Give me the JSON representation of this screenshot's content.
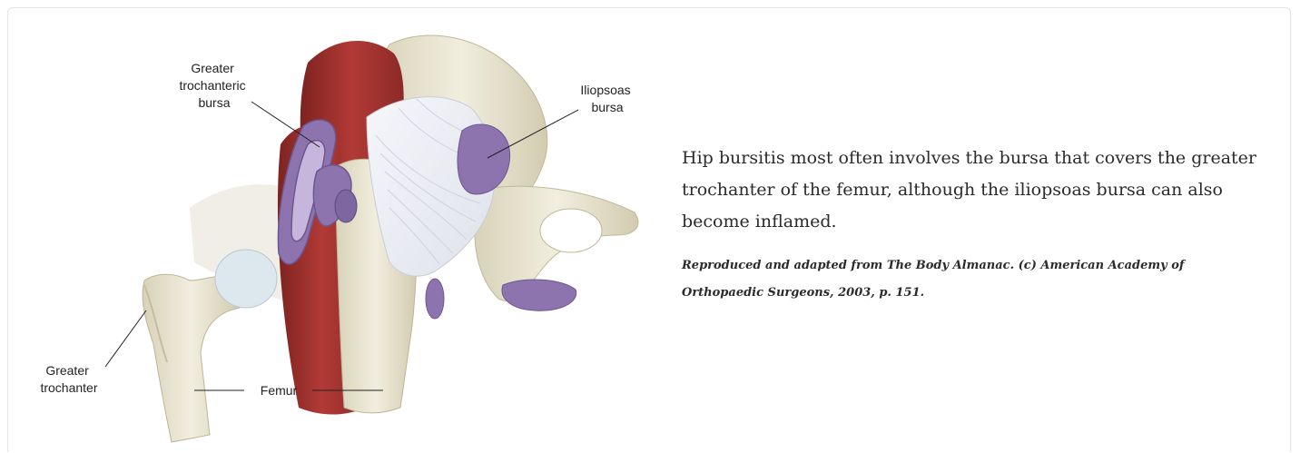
{
  "figure": {
    "labels": {
      "greater_trochanteric_bursa": [
        "Greater",
        "trochanteric",
        "bursa"
      ],
      "iliopsoas_bursa": [
        "Iliopsoas",
        "bursa"
      ],
      "greater_trochanter": [
        "Greater",
        "trochanter"
      ],
      "femur": "Femur"
    },
    "colors": {
      "bone": "#ece8d4",
      "bone_shadow": "#d6d0b6",
      "muscle": "#a6302e",
      "muscle_dark": "#7d2320",
      "bursa": "#8e74ae",
      "ligament": "#eef0f6",
      "cartilage": "#dfe9ef"
    }
  },
  "caption": {
    "main": "Hip bursitis most often involves the bursa that covers the greater trochanter of the femur, although the iliopsoas bursa can also become inflamed.",
    "credit": "Reproduced and adapted from The Body Almanac. (c) American Academy of Orthopaedic Surgeons, 2003, p. 151."
  }
}
